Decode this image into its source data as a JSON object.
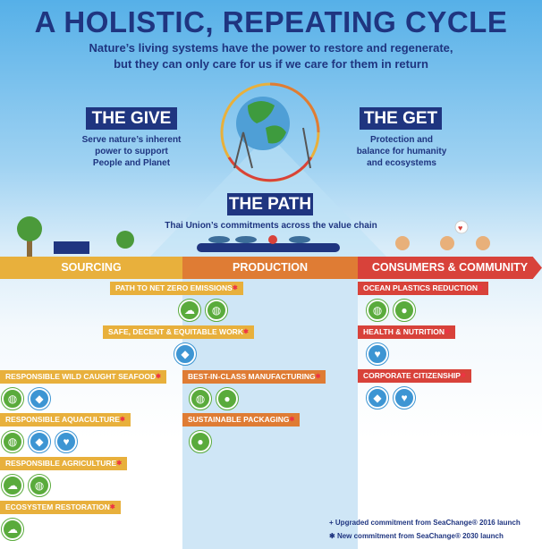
{
  "title": "A HOLISTIC, REPEATING CYCLE",
  "subtitle": [
    "Nature’s living systems have the power to restore and regenerate,",
    "but they can only care for us if we care for them in return"
  ],
  "give": {
    "title": "THE GIVE",
    "desc": [
      "Serve nature’s inherent",
      "power to support",
      "People and Planet"
    ]
  },
  "get": {
    "title": "THE GET",
    "desc": [
      "Protection and",
      "balance for humanity",
      "and ecosystems"
    ]
  },
  "path": {
    "title": "THE PATH",
    "desc": "Thai Union’s commitments across the value chain"
  },
  "stages": [
    "SOURCING",
    "PRODUCTION",
    "CONSUMERS & COMMUNITY"
  ],
  "commitments": [
    {
      "label": "PATH TO NET ZERO EMISSIONS",
      "icons": [
        "climate-icon",
        "ocean-icon"
      ]
    },
    {
      "label": "SAFE, DECENT & EQUITABLE WORK",
      "icons": [
        "labor-icon"
      ]
    },
    {
      "label": "RESPONSIBLE WILD CAUGHT SEAFOOD",
      "icons": [
        "ocean-icon",
        "labor-icon"
      ]
    },
    {
      "label": "BEST-IN-CLASS MANUFACTURING",
      "icons": [
        "ocean-icon",
        "recycle-icon"
      ]
    },
    {
      "label": "RESPONSIBLE AQUACULTURE",
      "icons": [
        "ocean-icon",
        "labor-icon",
        "health-icon"
      ]
    },
    {
      "label": "SUSTAINABLE PACKAGING",
      "icons": [
        "recycle-icon"
      ]
    },
    {
      "label": "RESPONSIBLE AGRICULTURE",
      "icons": [
        "climate-icon",
        "ocean-icon"
      ]
    },
    {
      "label": "ECOSYSTEM RESTORATION",
      "icons": [
        "climate-icon"
      ]
    },
    {
      "label": "OCEAN PLASTICS REDUCTION",
      "icons": [
        "ocean-icon",
        "recycle-icon"
      ]
    },
    {
      "label": "HEALTH & NUTRITION",
      "icons": [
        "health-icon"
      ]
    },
    {
      "label": "CORPORATE CITIZENSHIP",
      "icons": [
        "labor-icon",
        "health-icon"
      ]
    }
  ],
  "legend": [
    "Upgraded commitment from SeaChange® 2016 launch",
    "New commitment from SeaChange® 2030 launch"
  ],
  "colors": {
    "navy": "#1f3580",
    "sourcing": "#e8b03c",
    "production": "#df7c34",
    "consumers": "#d8423a"
  }
}
